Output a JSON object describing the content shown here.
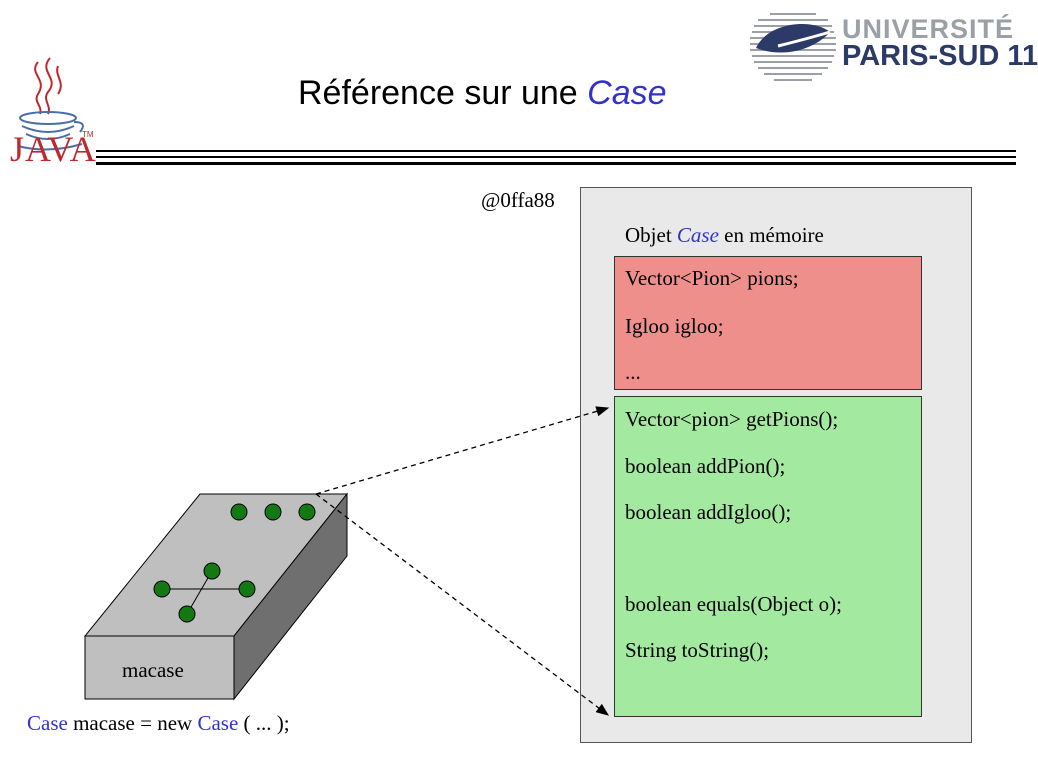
{
  "header": {
    "title_main": "Référence sur une ",
    "title_accent": "Case",
    "java_logo_text": "JAVA",
    "java_tm": "TM",
    "university_line1": "UNIVERSITÉ",
    "university_line2": "PARIS-SUD 11"
  },
  "memory": {
    "address": "@0ffa88",
    "title_prefix": "Objet ",
    "title_accent": "Case",
    "title_suffix": " en mémoire",
    "fields": [
      "Vector<Pion> pions;",
      "Igloo igloo;",
      "..."
    ],
    "methods": [
      "Vector<pion> getPions();",
      "boolean addPion();",
      "boolean addIgloo();",
      "",
      "boolean equals(Object o);",
      "String toString();"
    ]
  },
  "box": {
    "label": "macase"
  },
  "code": {
    "part1": "Case",
    "part2": " macase = new ",
    "part3": "Case",
    "part4": " ( ... );"
  },
  "colors": {
    "accent": "#3333cc",
    "fields_bg": "#ef8f8c",
    "methods_bg": "#a4e9a0",
    "memory_bg": "#e9e9e9",
    "box_face": "#bfbfbf",
    "dot": "#137a13"
  }
}
